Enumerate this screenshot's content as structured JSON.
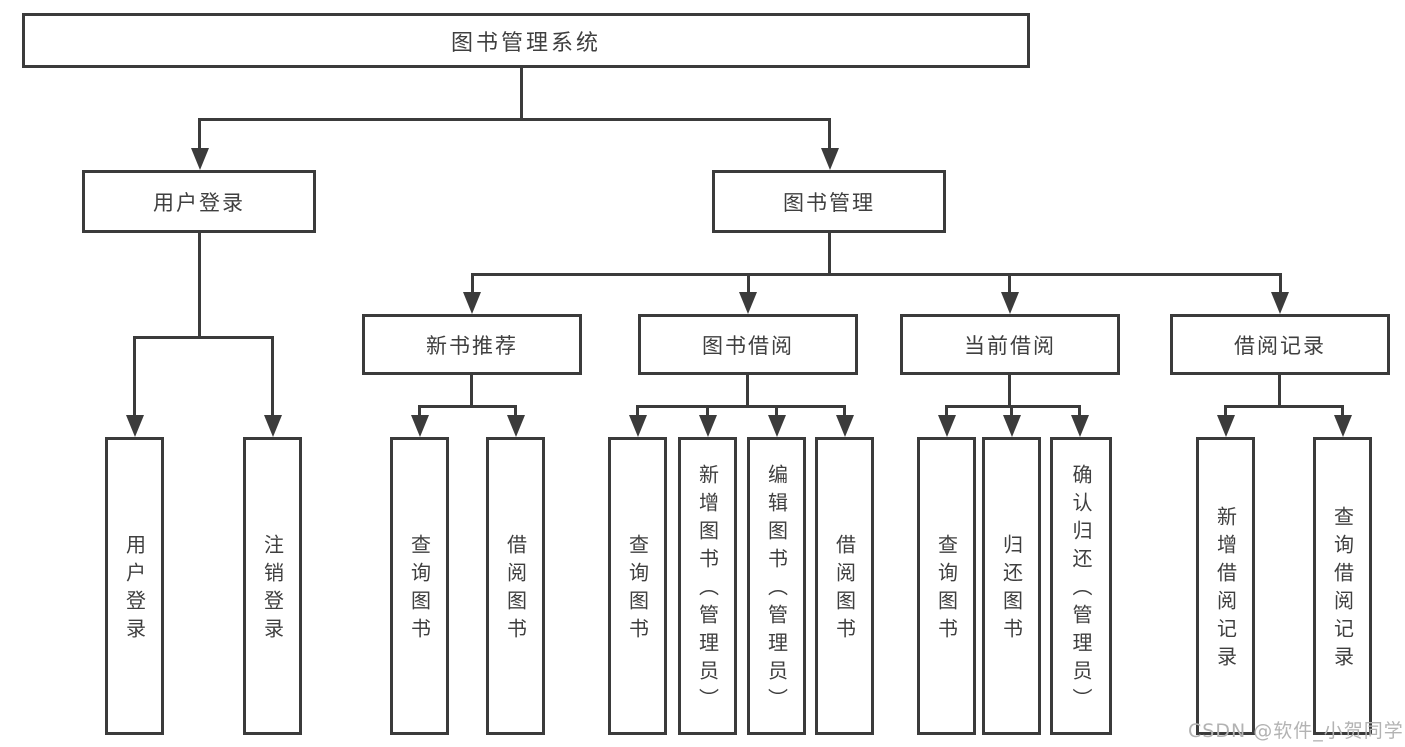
{
  "diagram": {
    "title": "图书管理系统",
    "type": "hierarchy-tree",
    "colors": {
      "line": "#3b3b3b",
      "text": "#3f3f3f",
      "background": "#ffffff",
      "watermark": "#b3b3b3"
    },
    "nodes": {
      "root": {
        "label": "图书管理系统"
      },
      "level2": [
        {
          "label": "用户登录"
        },
        {
          "label": "图书管理"
        }
      ],
      "level3": [
        {
          "label": "新书推荐"
        },
        {
          "label": "图书借阅"
        },
        {
          "label": "当前借阅"
        },
        {
          "label": "借阅记录"
        }
      ],
      "leaves": {
        "user_login_children": [
          {
            "label": "用户登录"
          },
          {
            "label": "注销登录"
          }
        ],
        "new_book_children": [
          {
            "label": "查询图书"
          },
          {
            "label": "借阅图书"
          }
        ],
        "book_borrow_children": [
          {
            "label": "查询图书"
          },
          {
            "label": "新增图书（管理员）"
          },
          {
            "label": "编辑图书（管理员）"
          },
          {
            "label": "借阅图书"
          }
        ],
        "current_borrow_children": [
          {
            "label": "查询图书"
          },
          {
            "label": "归还图书"
          },
          {
            "label": "确认归还（管理员）"
          }
        ],
        "borrow_record_children": [
          {
            "label": "新增借阅记录"
          },
          {
            "label": "查询借阅记录"
          }
        ]
      }
    },
    "watermark": {
      "text": "CSDN @软件_小贺同学"
    }
  }
}
